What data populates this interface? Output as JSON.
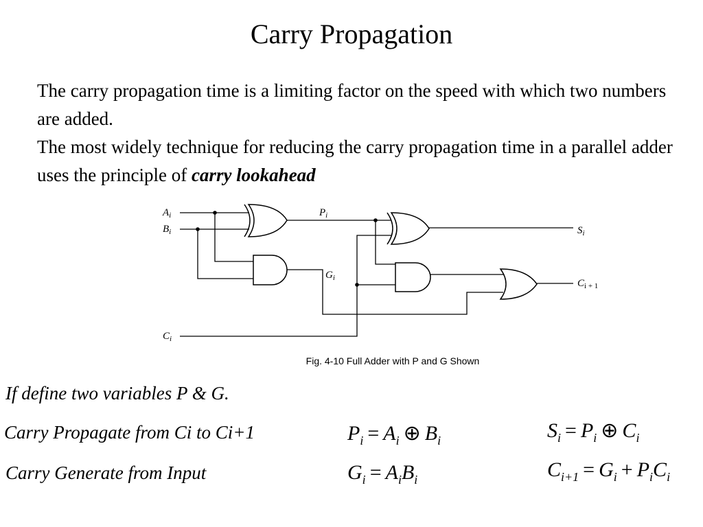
{
  "slide": {
    "title": "Carry Propagation",
    "paragraph1": "The carry propagation time is a limiting factor on the speed with which two numbers are added.",
    "paragraph2_prefix": "The most widely  technique for reducing the carry propagation time in a parallel adder uses the principle of ",
    "paragraph2_emphasis": "carry lookahead"
  },
  "diagram": {
    "labels": {
      "A": "A",
      "B": "B",
      "C": "C",
      "P": "P",
      "G": "G",
      "S": "S",
      "sub_i": "i",
      "carry_out_suffix": "i + 1"
    },
    "caption": "Fig. 4-10  Full Adder with P and G Shown"
  },
  "notes": {
    "define": "If define two variables P & G.",
    "propagate": "Carry Propagate from Ci to Ci+1",
    "generate": "Carry Generate from Input"
  },
  "equations": {
    "i": "i",
    "p_eq": {
      "lhs": "P",
      "a": "A",
      "b": "B",
      "op_eq": "=",
      "op_xor": "⊕"
    },
    "s_eq": {
      "lhs": "S",
      "a": "P",
      "b": "C",
      "op_eq": "=",
      "op_xor": "⊕"
    },
    "g_eq": {
      "lhs": "G",
      "a": "A",
      "b": "B",
      "op_eq": "="
    },
    "c_eq": {
      "lhs": "C",
      "lhs_sub": "i+1",
      "g": "G",
      "p": "P",
      "c": "C",
      "op_eq": "=",
      "op_plus": "+"
    }
  }
}
